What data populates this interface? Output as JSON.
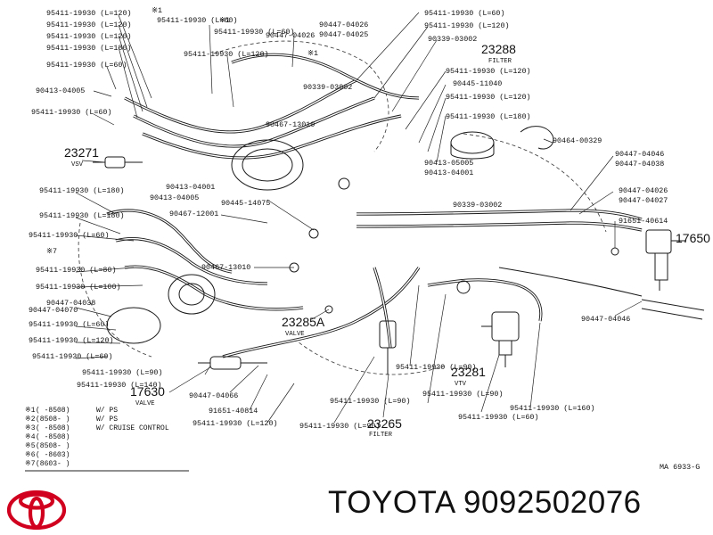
{
  "brand": {
    "name": "TOYOTA",
    "part_number": "9092502076",
    "logo_color": "#d0001e"
  },
  "diagram": {
    "code": "MA 6933-G",
    "labels": [
      {
        "id": "l1",
        "text": "95411-19930 (L=120)"
      },
      {
        "id": "l2",
        "text": "95411-19930 (L=120)"
      },
      {
        "id": "l3",
        "text": "95411-19930 (L=120)"
      },
      {
        "id": "l4",
        "text": "95411-19930 (L=180)"
      },
      {
        "id": "l5",
        "text": "95411-19930 (L=60)"
      },
      {
        "id": "l6",
        "text": "90413-04005"
      },
      {
        "id": "l7",
        "text": "95411-19930 (L=60)"
      },
      {
        "id": "l8",
        "text": "23271"
      },
      {
        "id": "l9",
        "text": "VSV"
      },
      {
        "id": "l10",
        "text": "※1"
      },
      {
        "id": "l11",
        "text": "95411-19930 (L=60)"
      },
      {
        "id": "l12",
        "text": "※1"
      },
      {
        "id": "l13",
        "text": "95411-19930 (L=60)"
      },
      {
        "id": "l14",
        "text": "90447-04026"
      },
      {
        "id": "l15",
        "text": "95411-19930 (L=120)"
      },
      {
        "id": "l16",
        "text": "90447-04026"
      },
      {
        "id": "l17",
        "text": "90447-04025"
      },
      {
        "id": "l18",
        "text": "※1"
      },
      {
        "id": "l19",
        "text": "90339-03002"
      },
      {
        "id": "l20",
        "text": "90467-13010"
      },
      {
        "id": "l21",
        "text": "95411-19930 (L=60)"
      },
      {
        "id": "l22",
        "text": "95411-19930 (L=120)"
      },
      {
        "id": "l23",
        "text": "90339-03002"
      },
      {
        "id": "l24",
        "text": "23288"
      },
      {
        "id": "l25",
        "text": "FILTER"
      },
      {
        "id": "l26",
        "text": "95411-19930 (L=120)"
      },
      {
        "id": "l27",
        "text": "90445-11040"
      },
      {
        "id": "l28",
        "text": "95411-19930 (L=120)"
      },
      {
        "id": "l29",
        "text": "95411-19930 (L=180)"
      },
      {
        "id": "l30",
        "text": "90464-00329"
      },
      {
        "id": "l31",
        "text": "90447-04046"
      },
      {
        "id": "l32",
        "text": "90447-04038"
      },
      {
        "id": "l33",
        "text": "90413-05005"
      },
      {
        "id": "l34",
        "text": "90413-04001"
      },
      {
        "id": "l35",
        "text": "95411-19930 (L=180)"
      },
      {
        "id": "l36",
        "text": "90413-04001"
      },
      {
        "id": "l37",
        "text": "90413-04005"
      },
      {
        "id": "l38",
        "text": "90445-14075"
      },
      {
        "id": "l39",
        "text": "90447-04026"
      },
      {
        "id": "l40",
        "text": "90447-04027"
      },
      {
        "id": "l41",
        "text": "90339-03002"
      },
      {
        "id": "l42",
        "text": "95411-19930 (L=180)"
      },
      {
        "id": "l43",
        "text": "90467-12001"
      },
      {
        "id": "l44",
        "text": "91651-40614"
      },
      {
        "id": "l45",
        "text": "17650"
      },
      {
        "id": "l46",
        "text": "95411-19930 (L=60)"
      },
      {
        "id": "l47",
        "text": "※7"
      },
      {
        "id": "l48",
        "text": "95411-19930 (L=80)"
      },
      {
        "id": "l49",
        "text": "90467-13010"
      },
      {
        "id": "l50",
        "text": "95411-19930 (L=100)"
      },
      {
        "id": "l51",
        "text": "90447-04038"
      },
      {
        "id": "l52",
        "text": "90447-04070"
      },
      {
        "id": "l53",
        "text": "95411-19930 (L=60)"
      },
      {
        "id": "l54",
        "text": "95411-19930 (L=120)"
      },
      {
        "id": "l55",
        "text": "95411-19930 (L=60)"
      },
      {
        "id": "l56",
        "text": "23285A"
      },
      {
        "id": "l57",
        "text": "VALVE"
      },
      {
        "id": "l58",
        "text": "90447-04046"
      },
      {
        "id": "l59",
        "text": "95411-19930 (L=90)"
      },
      {
        "id": "l60",
        "text": "95411-19930 (L=140)"
      },
      {
        "id": "l61",
        "text": "17630"
      },
      {
        "id": "l62",
        "text": "VALVE"
      },
      {
        "id": "l63",
        "text": "90447-04066"
      },
      {
        "id": "l64",
        "text": "91651-40814"
      },
      {
        "id": "l65",
        "text": "95411-19930 (L=120)"
      },
      {
        "id": "l66",
        "text": "95411-19930 (L=90)"
      },
      {
        "id": "l67",
        "text": "95411-19930 (L=90)"
      },
      {
        "id": "l68",
        "text": "23265"
      },
      {
        "id": "l69",
        "text": "FILTER"
      },
      {
        "id": "l70",
        "text": "95411-19930 (L=90)"
      },
      {
        "id": "l71",
        "text": "23281"
      },
      {
        "id": "l72",
        "text": "VTV"
      },
      {
        "id": "l73",
        "text": "95411-19930 (L=90)"
      },
      {
        "id": "l74",
        "text": "95411-19930 (L=60)"
      },
      {
        "id": "l75",
        "text": "95411-19930 (L=160)"
      }
    ],
    "legend": [
      {
        "mark": "※1",
        "range": "( -8508)",
        "note": "W/ PS"
      },
      {
        "mark": "※2",
        "range": "(8508- )",
        "note": "W/ PS"
      },
      {
        "mark": "※3",
        "range": "( -8508)",
        "note": "W/ CRUISE CONTROL"
      },
      {
        "mark": "※4",
        "range": "( -8508)",
        "note": ""
      },
      {
        "mark": "※5",
        "range": "(8508- )",
        "note": ""
      },
      {
        "mark": "※6",
        "range": "( -8603)",
        "note": ""
      },
      {
        "mark": "※7",
        "range": "(8603- )",
        "note": ""
      }
    ]
  }
}
